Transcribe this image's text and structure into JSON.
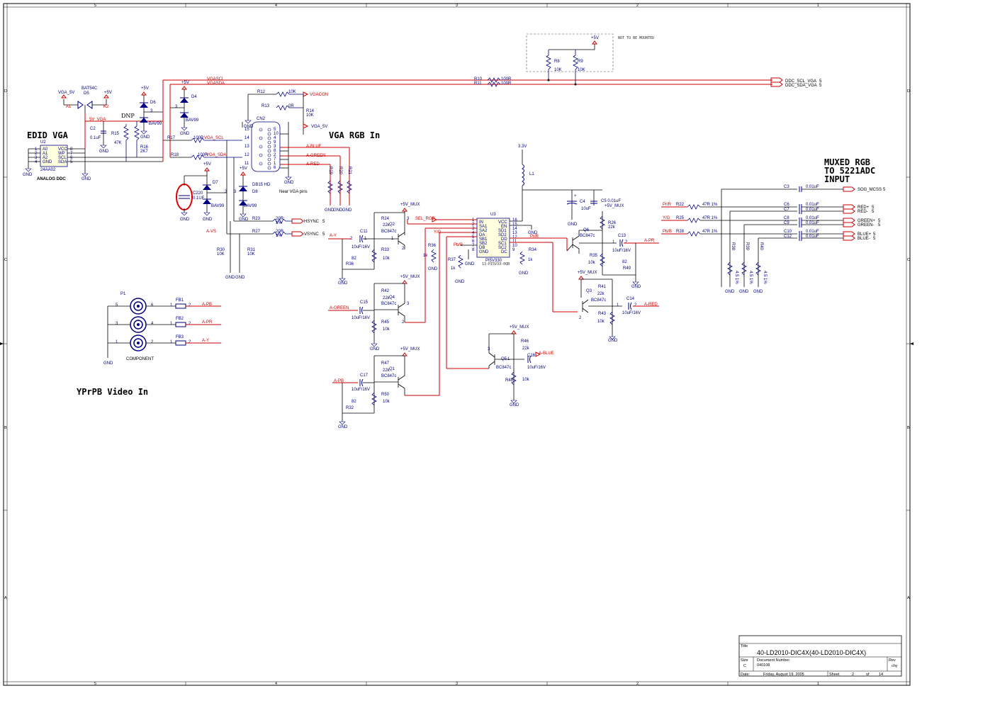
{
  "headings": {
    "edid": "EDID VGA",
    "vga_rgb": "VGA RGB In",
    "muxed": [
      "MUXED RGB",
      "TO 5221ADC",
      "INPUT"
    ],
    "yprpb": "YPrPB Video In"
  },
  "notes": {
    "not_mounted": "NOT TO BE MOUNTED",
    "analog_ddc": "ANALOG DDC",
    "near_vga": "Near VGA pins",
    "dnp": "DNP",
    "component": "COMPONENT"
  },
  "nets": {
    "vgascl": "VGASCL",
    "vgasda": "VGASDA",
    "vga_scl": "VGA_SCL",
    "vga_sda": "VGA_SDA",
    "vga5v": "VGA_5V",
    "v5vga": "5V_VGA",
    "vgacon": "VGACON",
    "ablue": "A-BLUE",
    "agreen": "A-GREEN",
    "ared": "A-RED",
    "avs": "A-VS",
    "ay": "A-Y",
    "apb": "A-PB",
    "apr": "A-PR",
    "sel_rgb": "SEL_RGB",
    "yg": "Y/G",
    "pbb": "Pb/B",
    "prr": "Pr/R",
    "gnd": "GND",
    "p5v": "+5V",
    "p5vmux": "+5V_MUX",
    "p33v": "3.3V",
    "hsync": "HSYNC",
    "vsync": "VSYNC",
    "ddc_scl": "DDC_SCL_VGA",
    "ddc_sda": "DDC_SDA_VGA",
    "sog": "SOG_MCSS",
    "redp": "RED+",
    "redm": "RED-",
    "greenp": "GREEN+",
    "greenm": "GREEN-",
    "bluep": "BLUE+",
    "bluem": "BLUE-",
    "five": "5"
  },
  "title_block": {
    "title_label": "Title",
    "title": "40-LD2010-DIC4X(40-LD2010-DIC4X)",
    "size_label": "Size",
    "size": "C",
    "docnum_label": "Document Number",
    "docnum": "040108",
    "rev_label": "Rev",
    "rev": "chy",
    "date_label": "Date:",
    "date": "Friday, August 19, 2005",
    "sheet_label": "Sheet",
    "sheet": "2",
    "of_label": "of",
    "of": "14"
  },
  "border": {
    "top": [
      "5",
      "4",
      "3",
      "2",
      "1"
    ],
    "side": [
      "D",
      "C",
      "B",
      "A"
    ]
  }
}
